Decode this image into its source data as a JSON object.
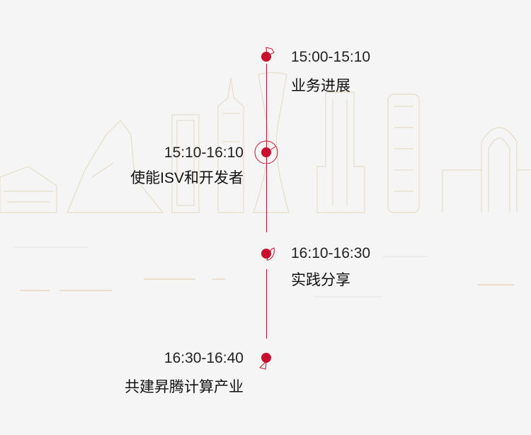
{
  "accent_color": "#c8102e",
  "timeline": [
    {
      "time": "15:00-15:10",
      "title": "业务进展",
      "side": "right"
    },
    {
      "time": "15:10-16:10",
      "title": "使能ISV和开发者",
      "side": "left",
      "active": true
    },
    {
      "time": "16:10-16:30",
      "title": "实践分享",
      "side": "right"
    },
    {
      "time": "16:30-16:40",
      "title": "共建昇腾计算产业",
      "side": "left"
    }
  ]
}
